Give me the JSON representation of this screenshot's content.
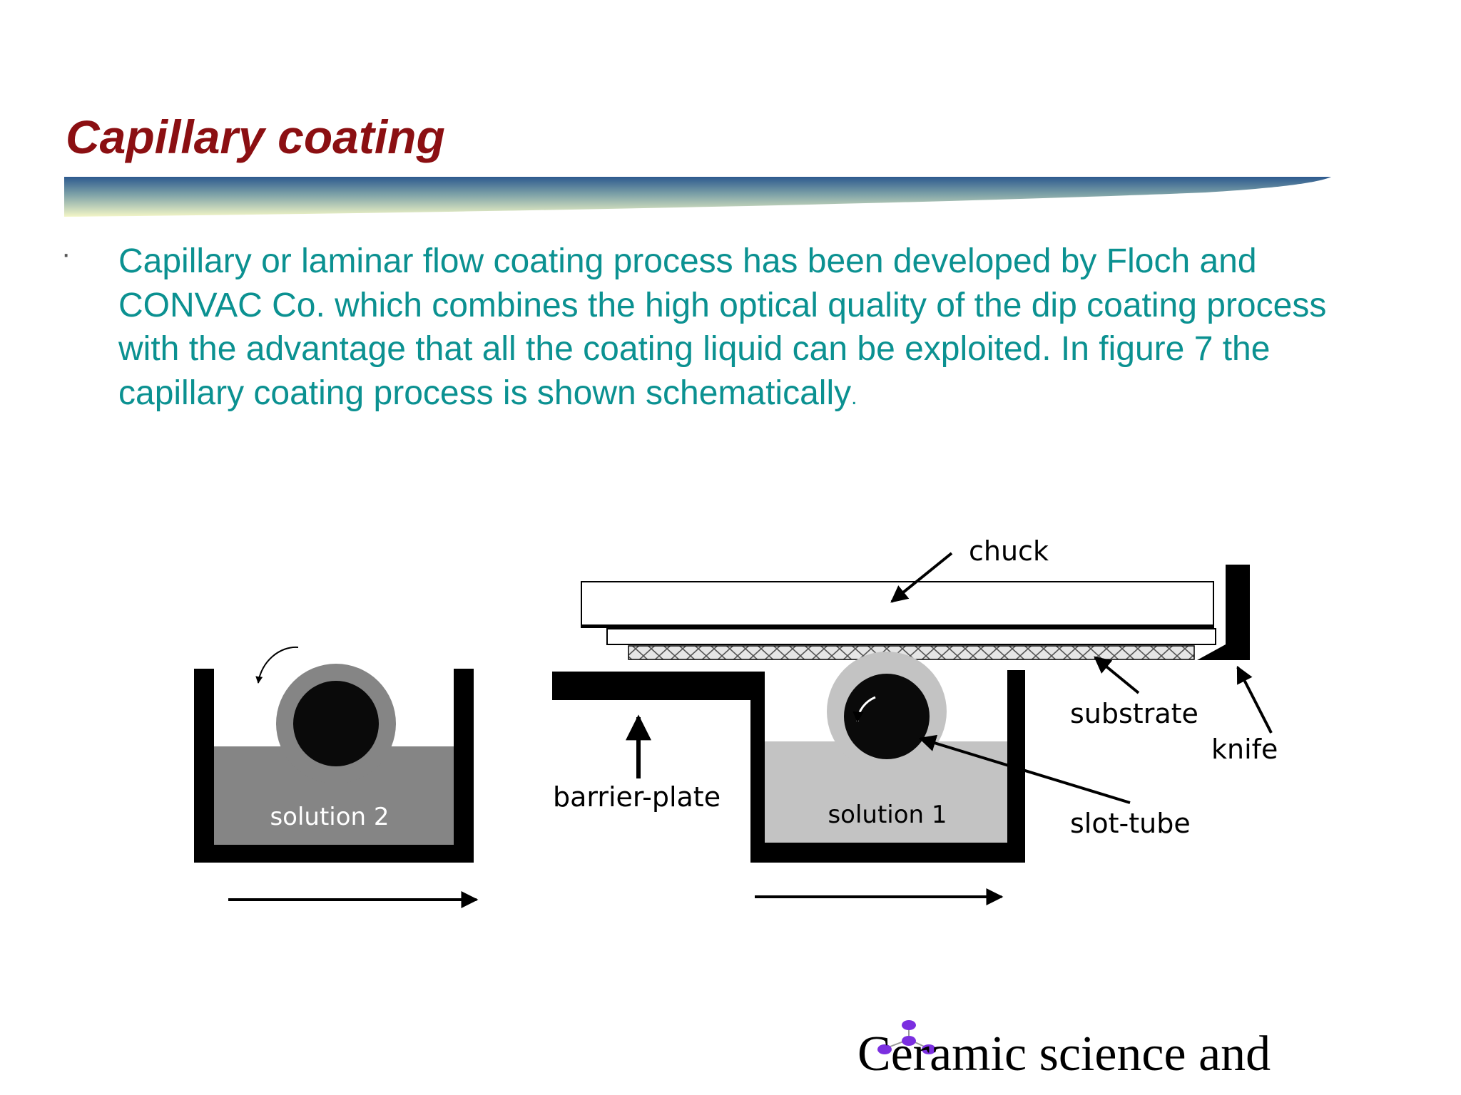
{
  "slide": {
    "title": "Capillary coating",
    "bullet_marker": "·",
    "body_text": "Capillary or laminar flow coating process has been developed by Floch and CONVAC Co. which combines the high optical quality of the dip coating process with the advantage that all the coating liquid can be exploited. In figure 7 the capillary coating process is shown schematically",
    "body_period": ".",
    "footer_text": "Ceramic science and"
  },
  "diagram": {
    "labels": {
      "chuck": "chuck",
      "substrate": "substrate",
      "knife": "knife",
      "barrier_plate": "barrier-plate",
      "solution1": "solution 1",
      "solution2": "solution 2",
      "slot_tube": "slot-tube"
    }
  },
  "colors": {
    "title": "#8b0f12",
    "body_text": "#0b9191",
    "title_bar_start": "#2d5a8e",
    "title_bar_end": "#f3f6c6",
    "logo": "#7b2fe0"
  }
}
